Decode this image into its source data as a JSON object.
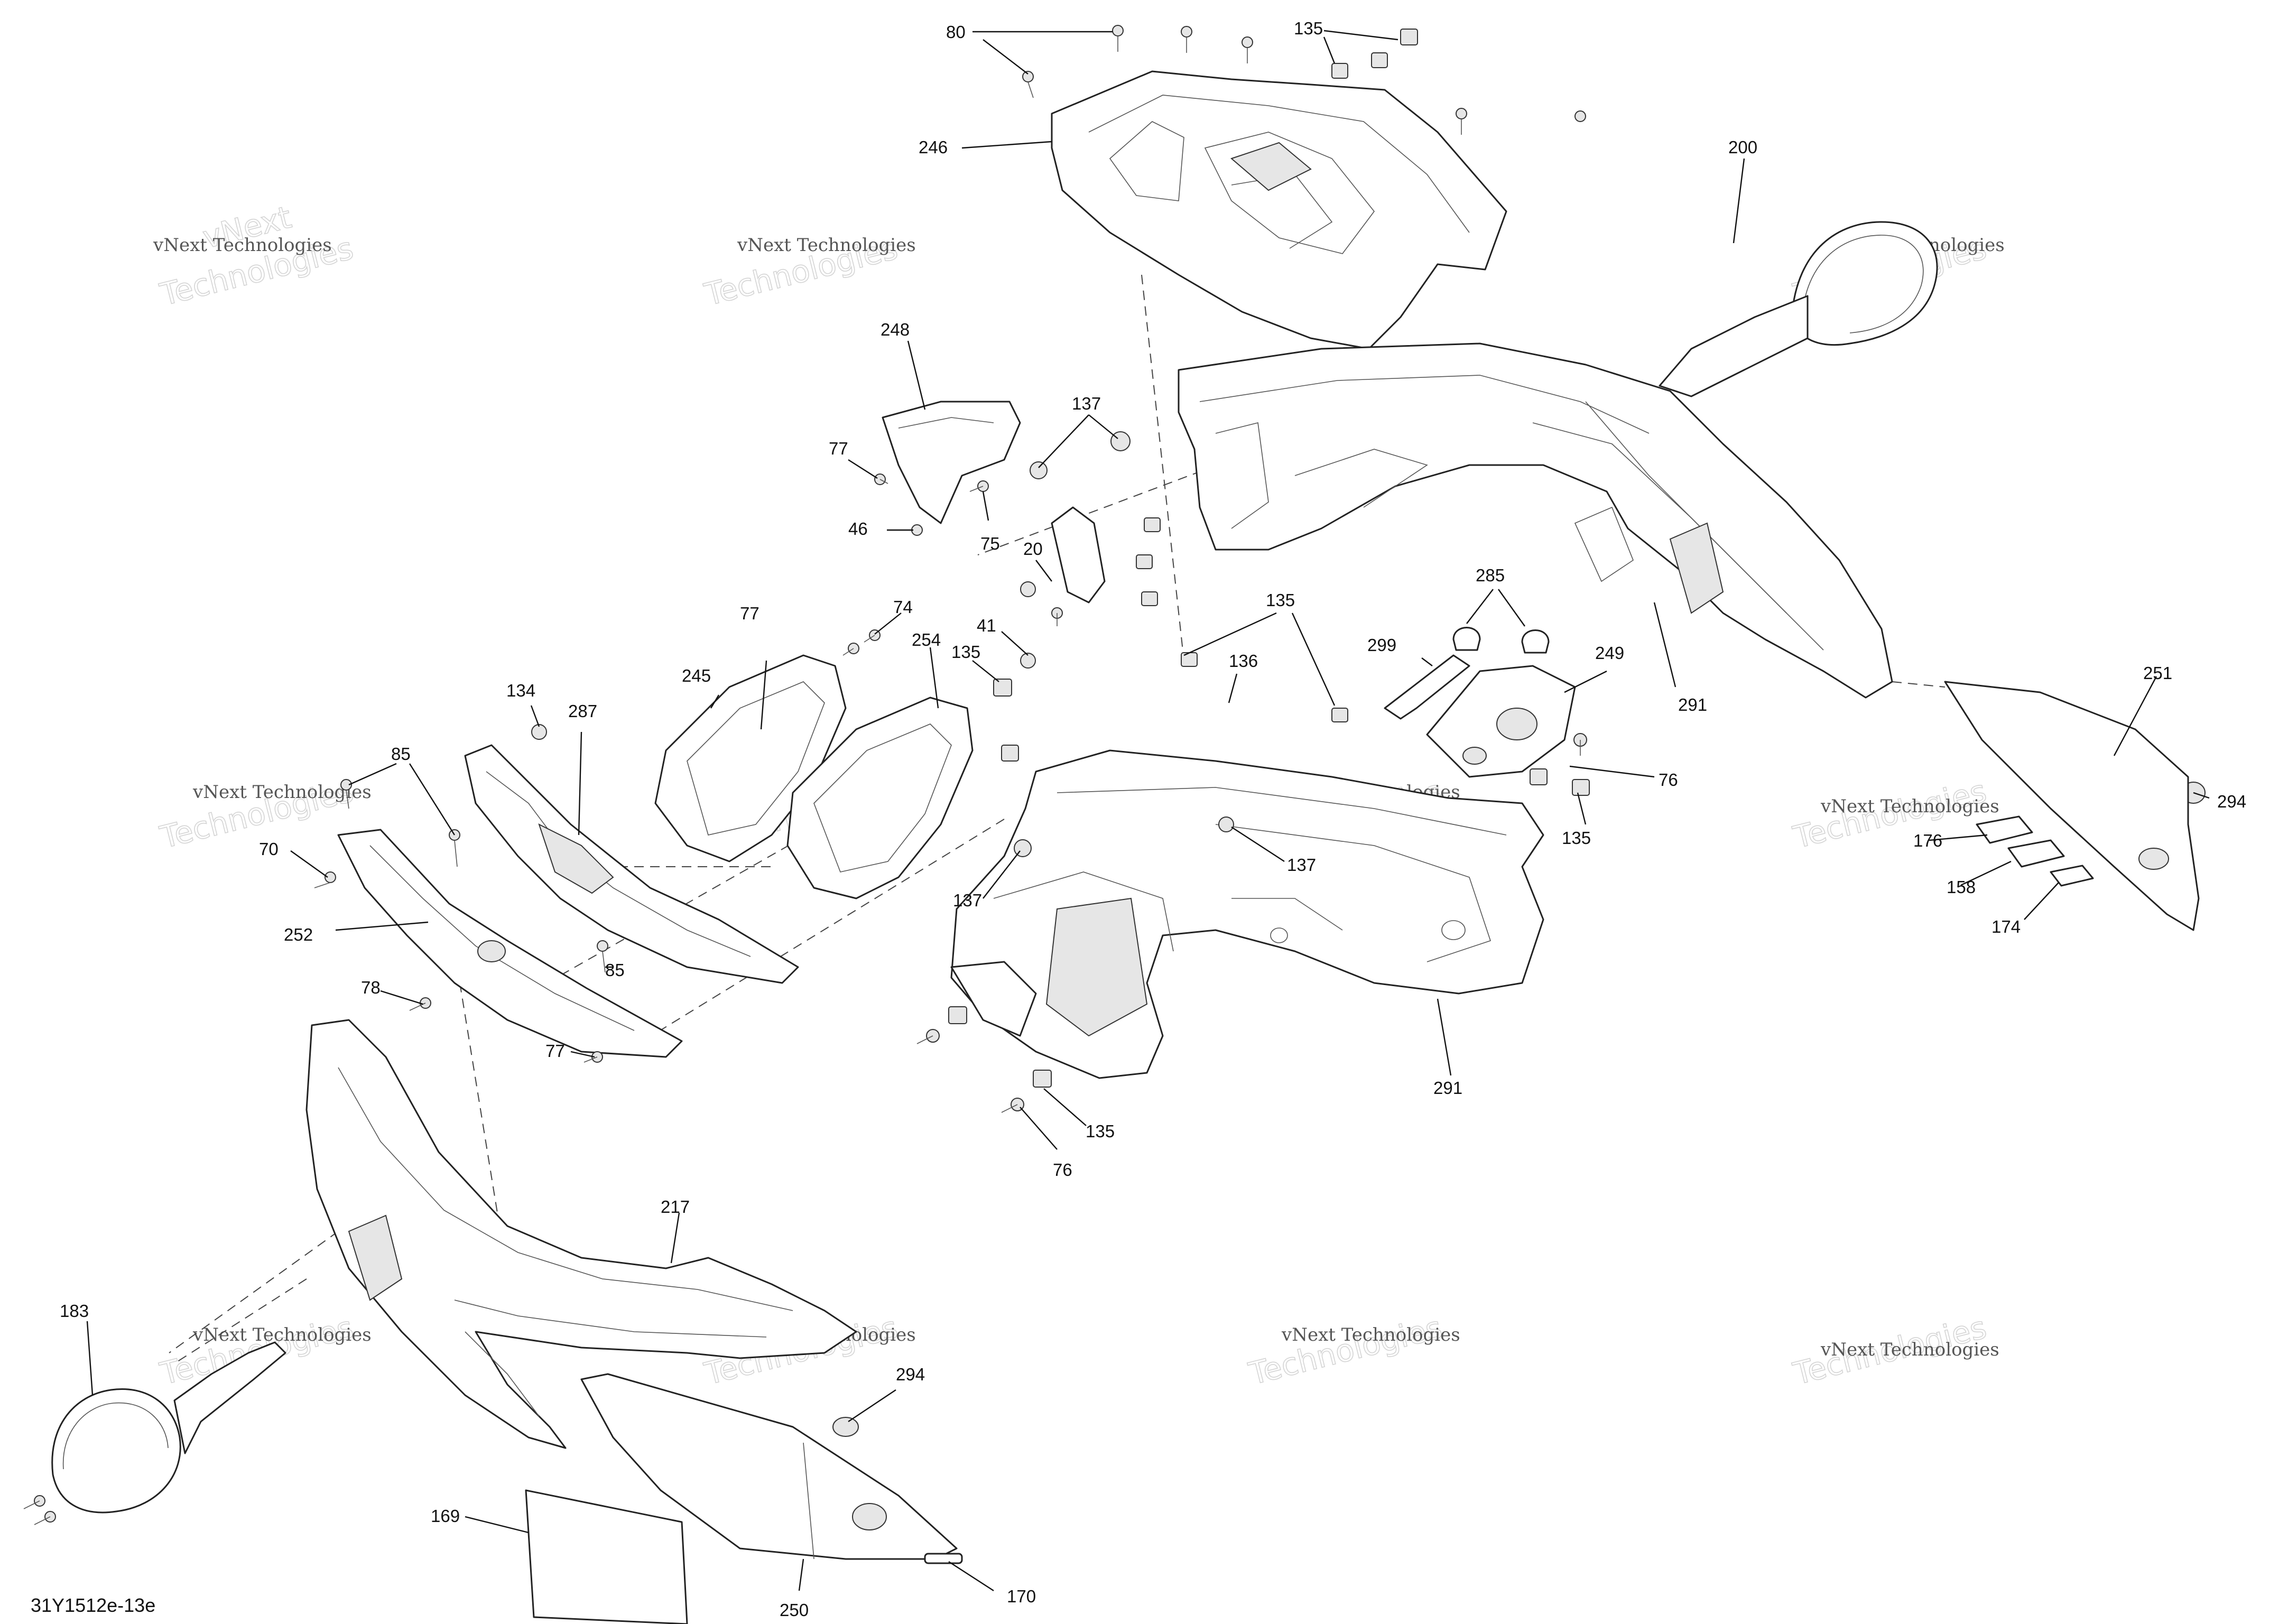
{
  "diagram": {
    "reference_code": "31Y1512e-13e",
    "watermark": {
      "line1": "vNext Technologies",
      "line2a": "vNext",
      "line2b": "Technologies"
    },
    "callouts": [
      "80",
      "135",
      "246",
      "200",
      "248",
      "137",
      "77",
      "46",
      "75",
      "20",
      "41",
      "74",
      "254",
      "77",
      "245",
      "135",
      "136",
      "135",
      "285",
      "299",
      "249",
      "291",
      "134",
      "287",
      "85",
      "70",
      "252",
      "85",
      "78",
      "77",
      "137",
      "137",
      "76",
      "135",
      "251",
      "294",
      "176",
      "158",
      "174",
      "135",
      "76",
      "291",
      "217",
      "183",
      "294",
      "169",
      "250",
      "170"
    ]
  }
}
